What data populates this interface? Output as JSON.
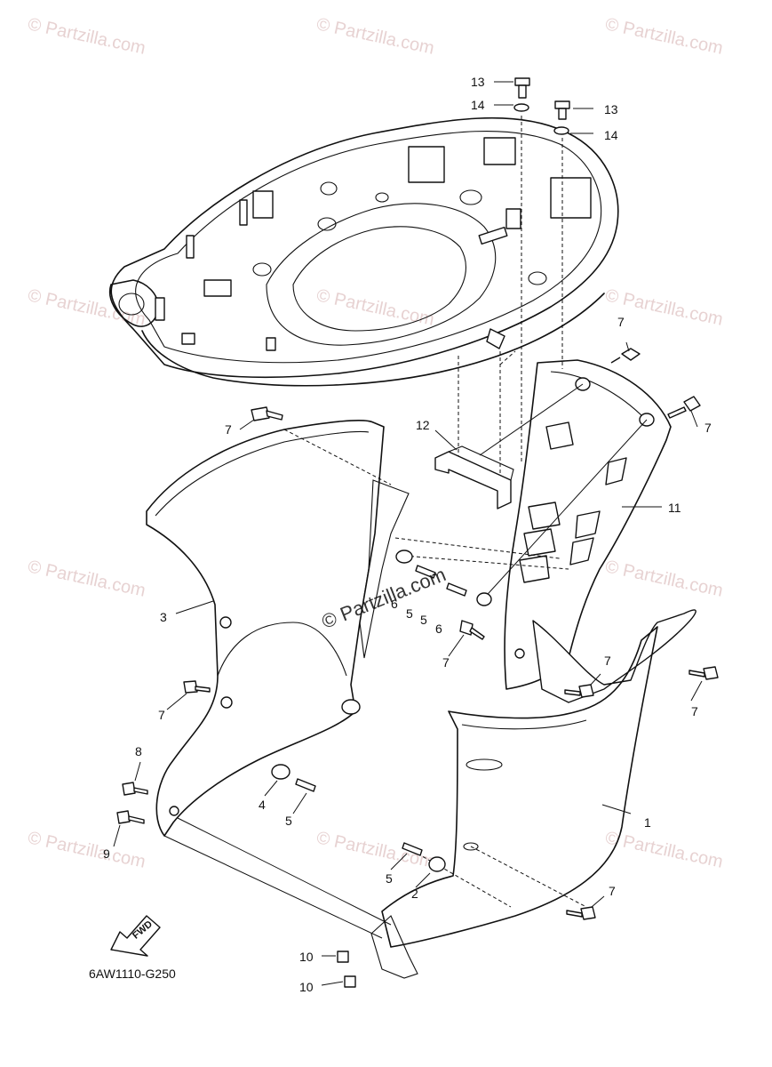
{
  "diagram": {
    "part_code": "6AW1110-G250",
    "fwd_label": "FWD",
    "watermark": "© Partzilla.com",
    "center_watermark": "© Partzilla.com",
    "callouts": {
      "c1": "1",
      "c2": "2",
      "c3": "3",
      "c4": "4",
      "c5a": "5",
      "c5b": "5",
      "c5c": "5",
      "c5d": "5",
      "c6a": "6",
      "c6b": "6",
      "c7a": "7",
      "c7b": "7",
      "c7c": "7",
      "c7d": "7",
      "c7e": "7",
      "c7f": "7",
      "c7g": "7",
      "c7h": "7",
      "c8": "8",
      "c9": "9",
      "c10a": "10",
      "c10b": "10",
      "c11": "11",
      "c12": "12",
      "c13a": "13",
      "c13b": "13",
      "c14a": "14",
      "c14b": "14"
    }
  }
}
